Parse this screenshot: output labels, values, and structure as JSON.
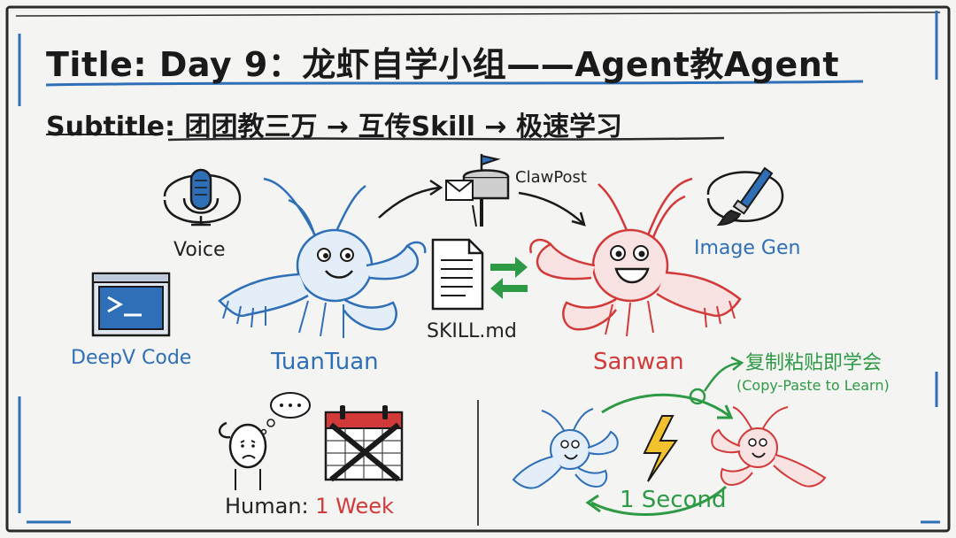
{
  "title": {
    "prefix": "Title:",
    "text": "Day 9：龙虾自学小组——Agent教Agent"
  },
  "subtitle": {
    "prefix": "Subtitle:",
    "text": "团团教三万 → 互传Skill → 极速学习"
  },
  "tools": {
    "voice": "Voice",
    "deepv_code": "DeepV Code",
    "clawpost": "ClawPost",
    "image_gen": "Image Gen",
    "skill_file": "SKILL.md"
  },
  "agents": {
    "left": "TuanTuan",
    "right": "Sanwan"
  },
  "comparison": {
    "human_prefix": "Human:",
    "human_time": "1 Week",
    "agent_time": "1 Second",
    "copy_cn": "复制粘贴即学会",
    "copy_en": "(Copy-Paste to Learn)"
  },
  "colors": {
    "blue": "#2f6fb8",
    "red": "#d23a3a",
    "green": "#2e9a45",
    "ink": "#1a1a1a",
    "lightning": "#f2c12e"
  }
}
